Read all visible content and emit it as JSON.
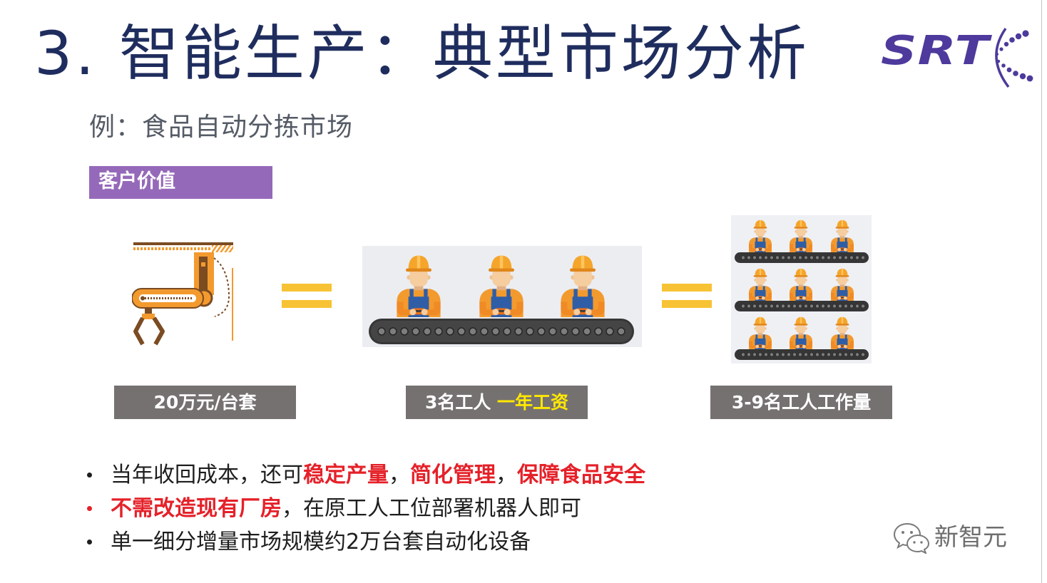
{
  "slide": {
    "title": "3. 智能生产：典型市场分析",
    "subtitle": "例：食品自动分拣市场",
    "section_label": "客户价值"
  },
  "logo": {
    "text": "SRT",
    "mark_icon": "srt-swirl-logo-mark"
  },
  "comparison": [
    {
      "illustration": "robot-arm-icon",
      "label": "20万元/台套"
    },
    {
      "illustration": "three-workers-conveyor-icon",
      "label": "3名工人 ",
      "label_highlight": "一年工资"
    },
    {
      "illustration": "nine-workers-conveyors-icon",
      "label": "3-9名工人工作量"
    }
  ],
  "operators": [
    "equals-icon",
    "equals-icon"
  ],
  "bullets": [
    [
      "当年收回成本，还可",
      "稳定产量",
      "，",
      "简化管理",
      "，",
      "保障食品安全"
    ],
    [
      "不需改造现有厂房",
      "，在原工人工位部署机器人即可"
    ],
    [
      "单一细分增量市场规模约2万台套自动化设备"
    ]
  ],
  "watermark": {
    "icon": "wechat-icon",
    "text": "新智元"
  },
  "colors": {
    "title_text": "#1f2d5e",
    "subtitle_text": "#555b66",
    "section_label_bg": "#9569b9",
    "value_label_bg": "#767171",
    "highlight_yellow": "#ffe800",
    "emphasis_red": "#e52129",
    "body_text": "#1e1e1e",
    "equals_yellow": "#f7c233",
    "logo_purple": "#4e3a9c",
    "watermark_gray": "#6e6e6e"
  }
}
